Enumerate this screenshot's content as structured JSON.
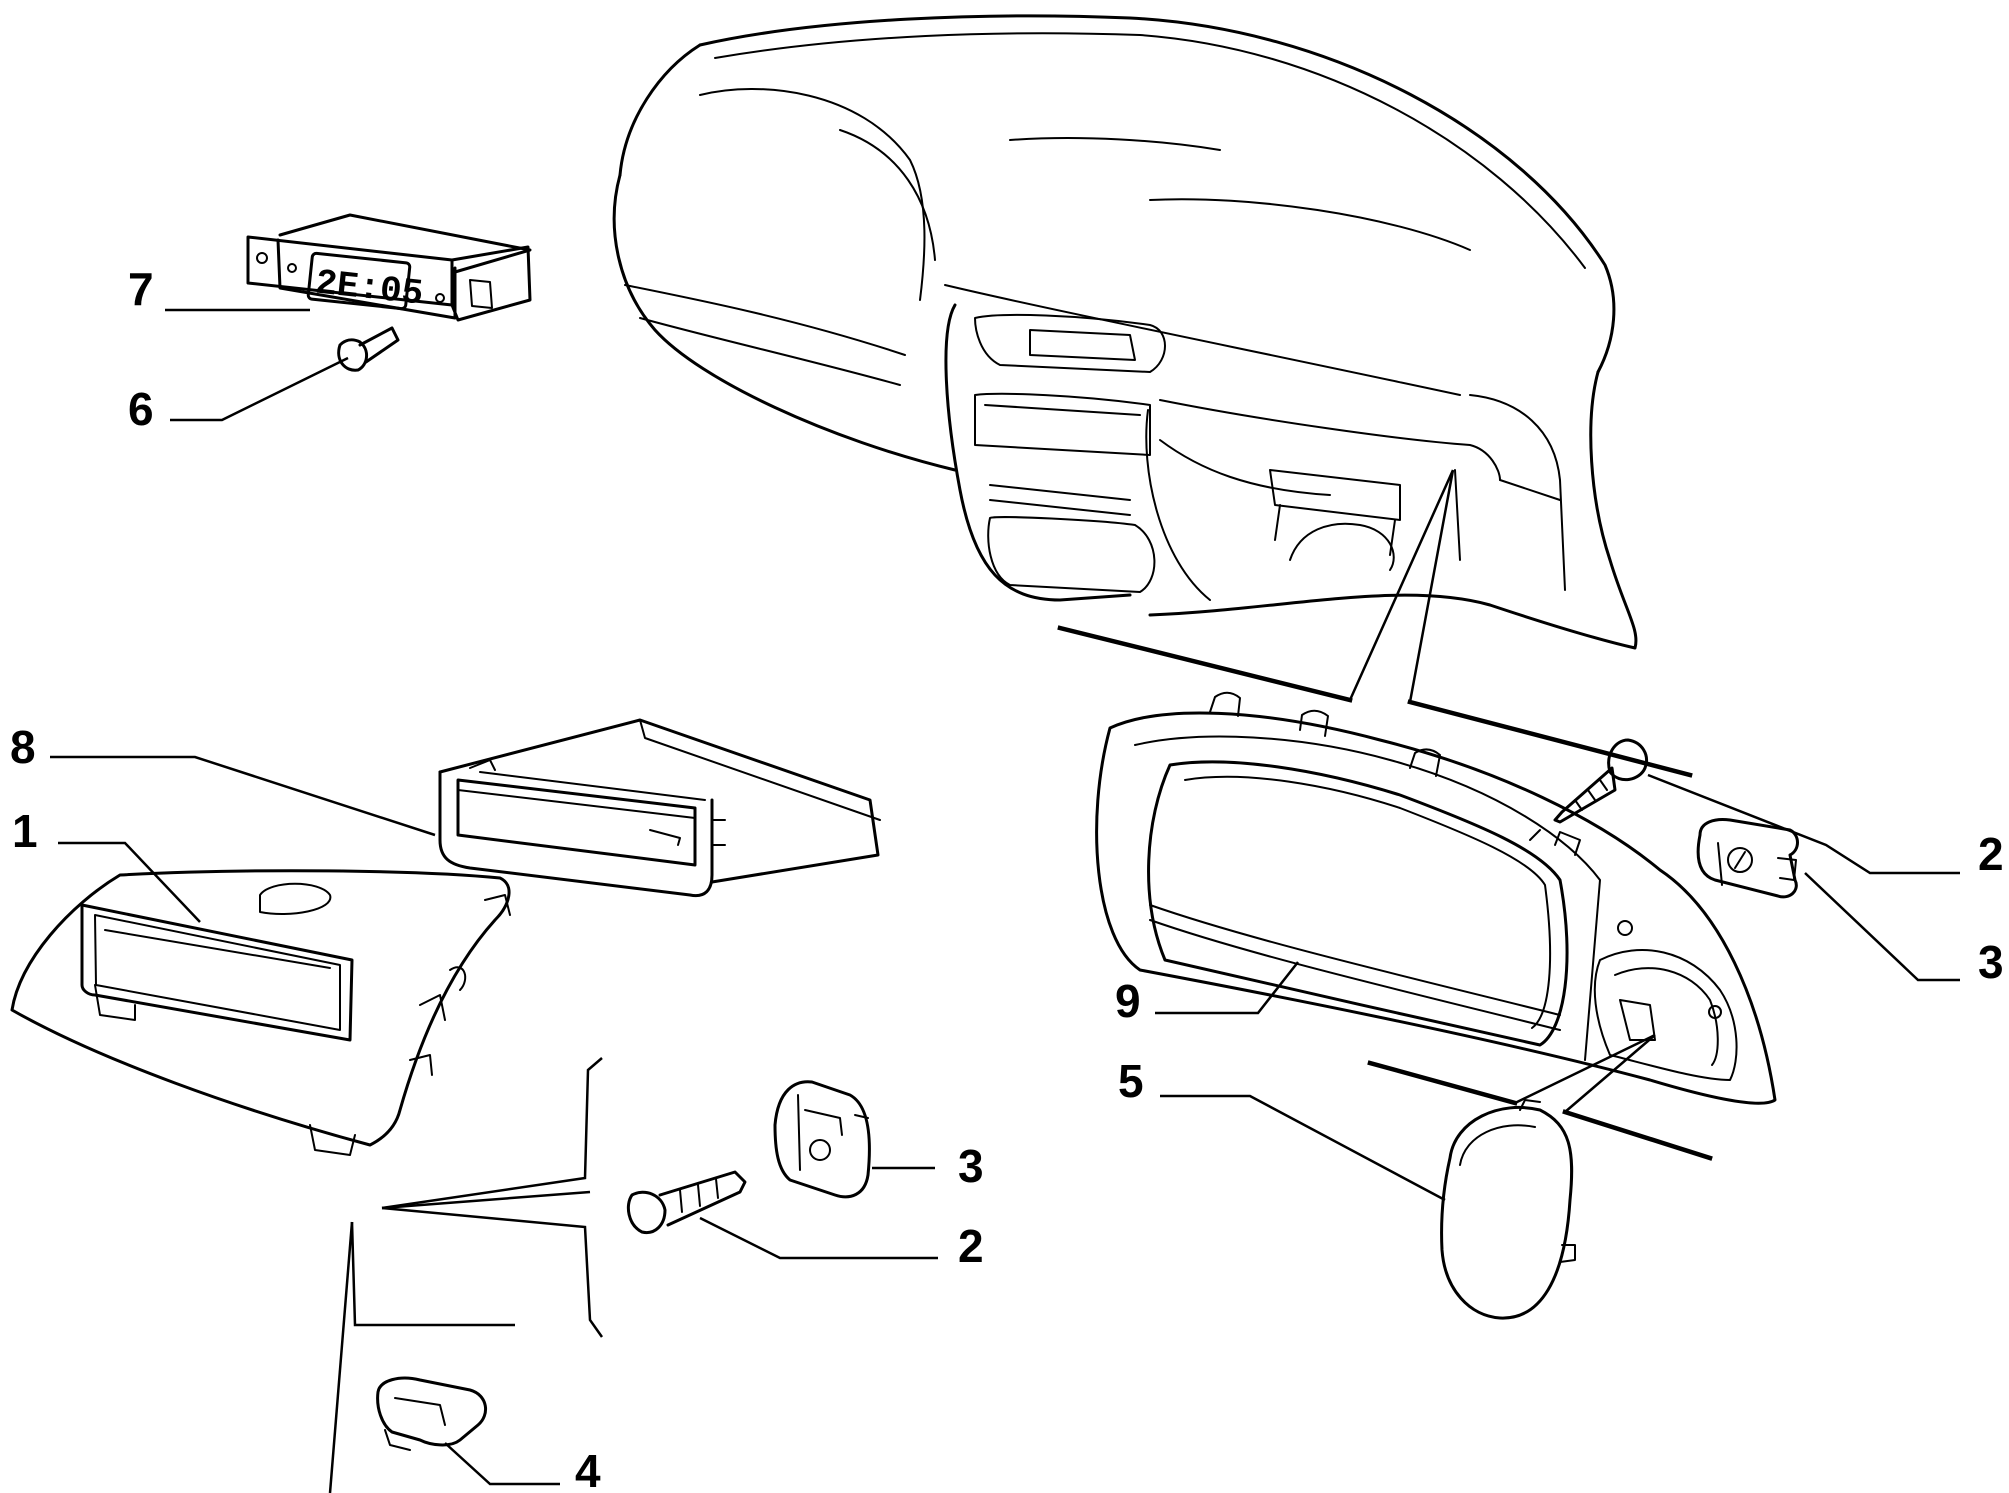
{
  "callouts": {
    "part1": "1",
    "part2_left": "2",
    "part2_right": "2",
    "part3_left": "3",
    "part3_right": "3",
    "part4": "4",
    "part5": "5",
    "part6": "6",
    "part7": "7",
    "part8": "8",
    "part9": "9"
  },
  "clock_display": "2E:05"
}
